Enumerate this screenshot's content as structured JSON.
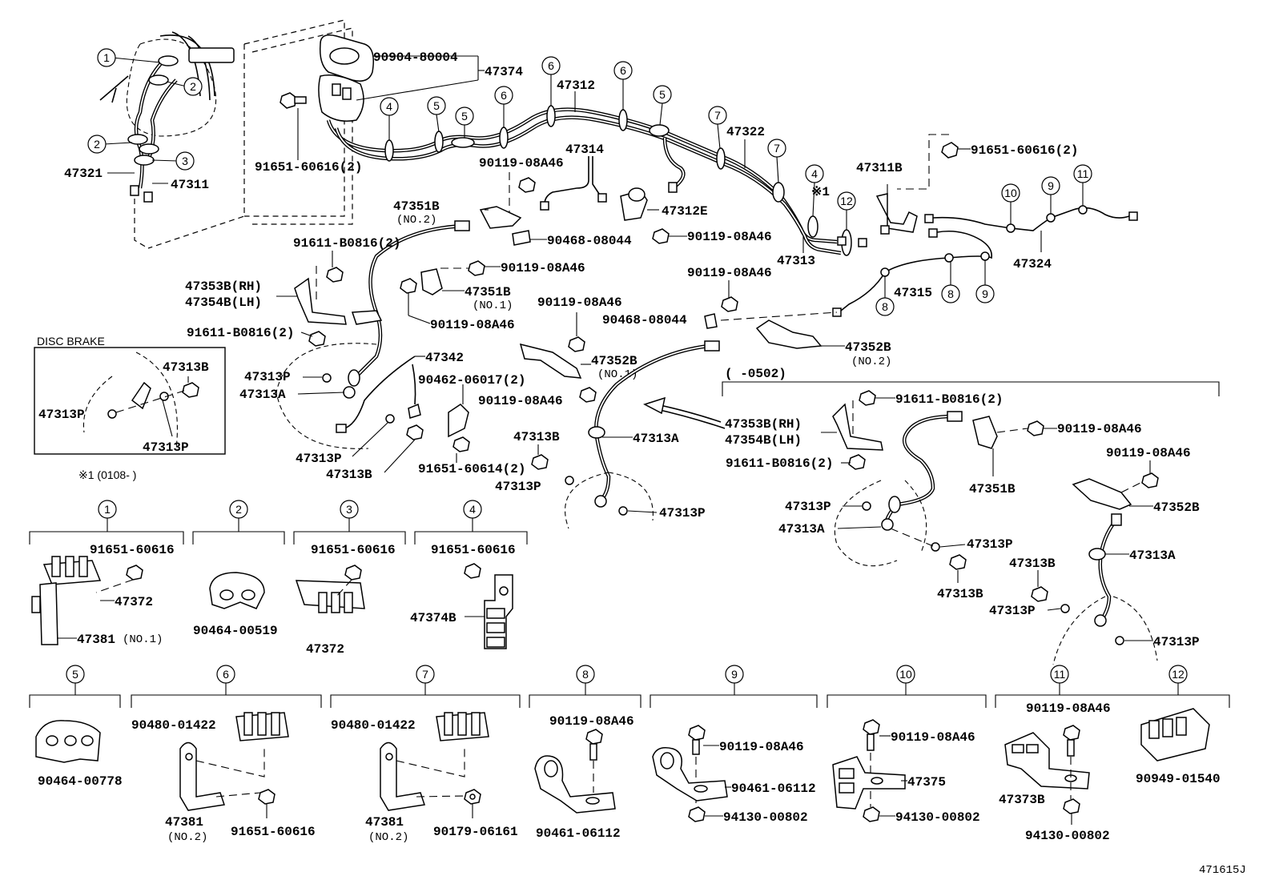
{
  "diagram_id": "471615J",
  "inset": {
    "title": "DISC BRAKE",
    "note": "※1 (0108-    )"
  },
  "range_label": "(    -0502)",
  "callouts": [
    "1",
    "2",
    "3",
    "4",
    "5",
    "6",
    "7",
    "8",
    "9",
    "10",
    "11",
    "12"
  ],
  "note_mark": "※1",
  "labels": {
    "p90904_80004": "90904-80004",
    "p47374": "47374",
    "p47312": "47312",
    "p47322": "47322",
    "p47321": "47321",
    "p47311": "47311",
    "p91651_60616_2a": "91651-60616(2)",
    "p91651_60616_2b": "91651-60616(2)",
    "p47314": "47314",
    "p90119_08A46_a": "90119-08A46",
    "p47311B": "47311B",
    "p47351B_no2": "47351B",
    "no2a": "(NO.2)",
    "p47312E": "47312E",
    "p90119_08A46_b": "90119-08A46",
    "p90468_08044_a": "90468-08044",
    "p47313": "47313",
    "p47324": "47324",
    "p91611_B0816_2a": "91611-B0816(2)",
    "p90119_08A46_c": "90119-08A46",
    "p47353B_rh": "47353B(RH)",
    "p47354B_lh": "47354B(LH)",
    "p47351B_no1": "47351B",
    "no1a": "(NO.1)",
    "p90119_08A46_d": "90119-08A46",
    "p47315": "47315",
    "p90119_08A46_e": "90119-08A46",
    "p90119_08A46_f": "90119-08A46",
    "p90468_08044_b": "90468-08044",
    "p91611_B0816_2b": "91611-B0816(2)",
    "p47352B_no2": "47352B",
    "no2b": "(NO.2)",
    "p47313B_inset": "47313B",
    "p47313P_inset_a": "47313P",
    "p47313P_inset_b": "47313P",
    "p47342": "47342",
    "p47352B_no1": "47352B",
    "no1b": "(NO.1)",
    "p90462_06017_2": "90462-06017(2)",
    "p47313P_a": "47313P",
    "p47313A_a": "47313A",
    "p90119_08A46_g": "90119-08A46",
    "p47313P_b": "47313P",
    "p47313B_a": "47313B",
    "p91651_60614_2": "91651-60614(2)",
    "p47313B_b": "47313B",
    "p47313A_b": "47313A",
    "p47313P_c": "47313P",
    "p47313P_d": "47313P",
    "p91611_B0816_2c": "91611-B0816(2)",
    "p47353B_rh_b": "47353B(RH)",
    "p47354B_lh_b": "47354B(LH)",
    "p90119_08A46_h": "90119-08A46",
    "p91611_B0816_2d": "91611-B0816(2)",
    "p47351B_c": "47351B",
    "p90119_08A46_i": "90119-08A46",
    "p47313P_e": "47313P",
    "p47352B_c": "47352B",
    "p47313A_c": "47313A",
    "p47313P_f": "47313P",
    "p47313A_d": "47313A",
    "p47313B_c": "47313B",
    "p47313B_d": "47313B",
    "p47313P_g": "47313P",
    "p47313P_h": "47313P",
    "d1_bolt": "91651-60616",
    "d1_p1": "47372",
    "d1_p2": "47381",
    "d1_no1": "(NO.1)",
    "d2_p1": "90464-00519",
    "d3_bolt": "91651-60616",
    "d3_p1": "47372",
    "d4_bolt": "91651-60616",
    "d4_p1": "47374B",
    "d5_p1": "90464-00778",
    "d6_clip": "90480-01422",
    "d6_p1": "47381",
    "d6_no2": "(NO.2)",
    "d6_bolt": "91651-60616",
    "d7_clip": "90480-01422",
    "d7_p1": "47381",
    "d7_no2": "(NO.2)",
    "d7_nut": "90179-06161",
    "d8_bolt": "90119-08A46",
    "d8_p1": "90461-06112",
    "d9_bolt": "90119-08A46",
    "d9_p1": "90461-06112",
    "d9_nut": "94130-00802",
    "d10_bolt": "90119-08A46",
    "d10_p1": "47375",
    "d10_nut": "94130-00802",
    "d11_bolt": "90119-08A46",
    "d11_p1": "47373B",
    "d11_nut": "94130-00802",
    "d12_p1": "90949-01540"
  }
}
